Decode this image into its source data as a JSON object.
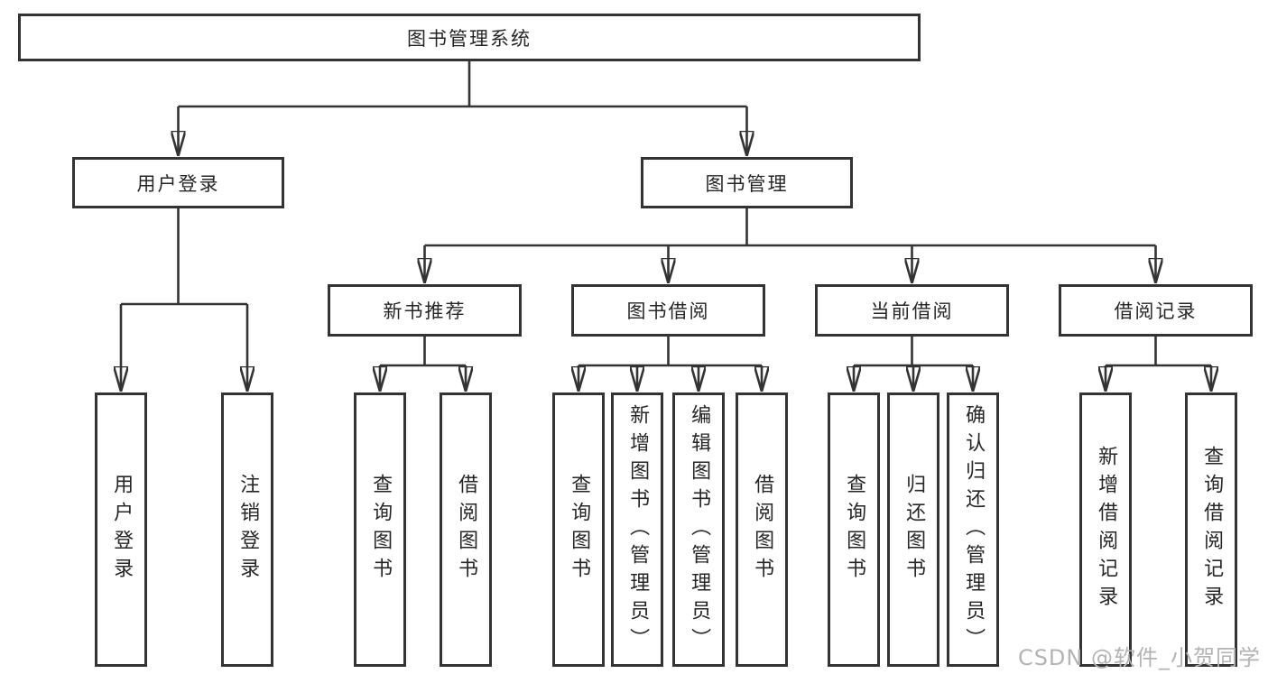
{
  "nodes": {
    "root": "图书管理系统",
    "user_login": "用户登录",
    "book_mgmt": "图书管理",
    "new_book_rec": "新书推荐",
    "book_borrow": "图书借阅",
    "current_borrow": "当前借阅",
    "borrow_record": "借阅记录",
    "user_login_leaf": "用户登录",
    "logout_leaf": "注销登录",
    "nbr_query_book": "查询图书",
    "nbr_borrow_book": "借阅图书",
    "bb_query_book": "查询图书",
    "bb_add_book": "新增图书（管理员）",
    "bb_edit_book": "编辑图书（管理员）",
    "bb_borrow_book": "借阅图书",
    "cb_query_book": "查询图书",
    "cb_return_book": "归还图书",
    "cb_confirm_return": "确认归还（管理员）",
    "br_add_record": "新增借阅记录",
    "br_query_record": "查询借阅记录"
  },
  "watermark": "CSDN @软件_小贺同学",
  "colors": {
    "line": "#333333",
    "text": "#262626",
    "watermark": "#b3b3b3",
    "background": "#ffffff"
  }
}
